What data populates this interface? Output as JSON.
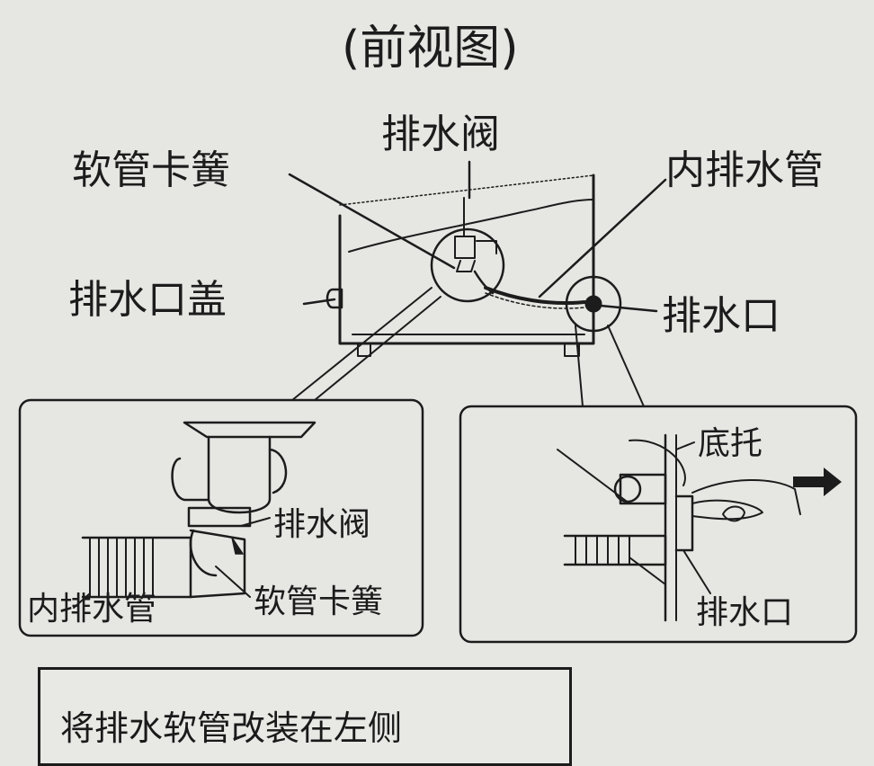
{
  "title": "(前视图)",
  "labels": {
    "hose_clip": "软管卡簧",
    "drain_valve": "排水阀",
    "inner_drain_pipe": "内排水管",
    "drain_cover": "排水口盖",
    "drain_outlet": "排水口"
  },
  "detail_left": {
    "drain_valve": "排水阀",
    "inner_drain_pipe": "内排水管",
    "hose_clip": "软管卡簧"
  },
  "detail_right": {
    "base_bracket": "底托",
    "drain_outlet": "排水口"
  },
  "note": "将排水软管改装在左侧",
  "colors": {
    "line": "#1c1c1c",
    "background": "#e6e6e3"
  }
}
